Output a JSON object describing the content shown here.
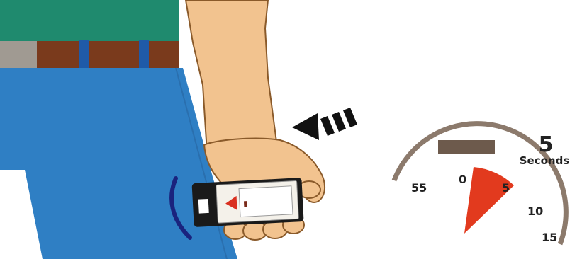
{
  "illustration": {
    "timer_value": "5",
    "timer_unit": "Seconds",
    "dial_labels": [
      "55",
      "0",
      "5",
      "10",
      "15"
    ]
  },
  "colors": {
    "shirt": "#1f8a6e",
    "jeans": "#2f7fc4",
    "belt": "#7a3a1c",
    "belt_loop": "#1f5aa8",
    "skin": "#f2c38f",
    "skin_outline": "#8a5a2a",
    "timer_face": "#8c7a6c",
    "timer_slice": "#e23a1e",
    "arrow": "#111111",
    "motion_mark": "#1a237e",
    "phone_body": "#1a1a1a",
    "phone_screen": "#f4f1ea"
  }
}
